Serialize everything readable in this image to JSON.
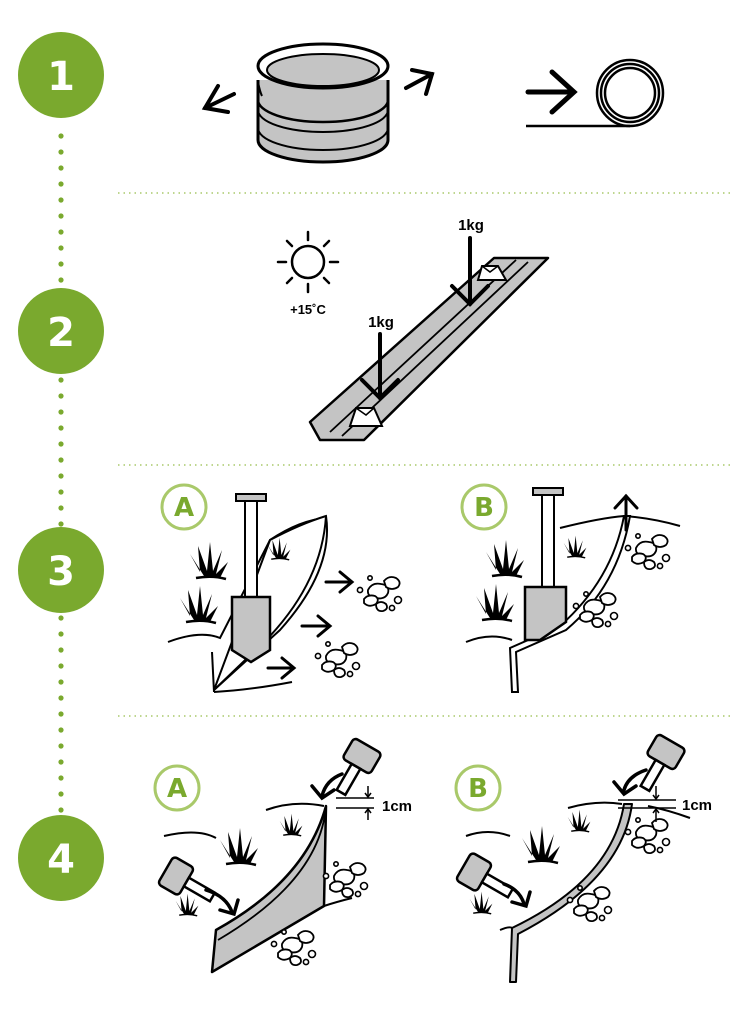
{
  "colors": {
    "accent": "#7aa92e",
    "accent_light": "#a9c96a",
    "metal": "#c4c4c4",
    "ink": "#000000"
  },
  "steps": [
    {
      "number": "1"
    },
    {
      "number": "2",
      "temperature": "+15˚C",
      "weight_top": "1kg",
      "weight_bottom": "1kg"
    },
    {
      "number": "3",
      "panel_a": "A",
      "panel_b": "B"
    },
    {
      "number": "4",
      "panel_a": "A",
      "panel_b": "B",
      "gap_a": "1cm",
      "gap_b": "1cm"
    }
  ],
  "icons": [
    "connector-ring-icon",
    "arrow-icon",
    "coil-icon",
    "sun-icon",
    "weight-icon",
    "spade-icon",
    "grass-icon",
    "stones-icon",
    "hammer-icon"
  ]
}
